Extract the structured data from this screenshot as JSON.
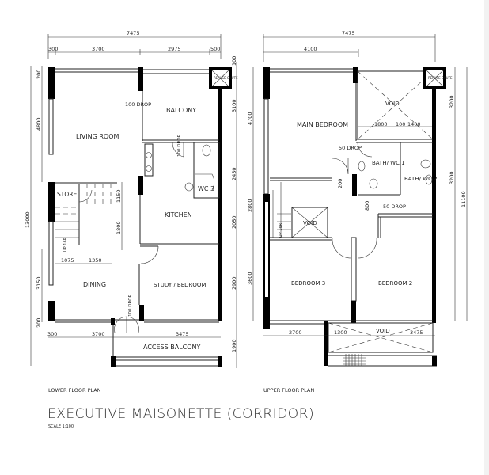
{
  "title": "EXECUTIVE MAISONETTE (CORRIDOR)",
  "scale": "SCALE  1:100",
  "lower": {
    "caption": "LOWER FLOOR PLAN",
    "rooms": {
      "living": "LIVING ROOM",
      "balcony": "BALCONY",
      "store": "STORE",
      "kitchen": "KITCHEN",
      "wc3": "WC 3",
      "dining": "DINING",
      "study": "STUDY / BEDROOM",
      "access": "ACCESS BALCONY",
      "refuse": "REFUSE CHUTE"
    },
    "notes": {
      "drop1": "100 DROP",
      "drop2": "100 DROP",
      "drop3": "100 DROP",
      "up": "UP 16R"
    },
    "dims": {
      "total": "7475",
      "d300": "300",
      "d3700": "3700",
      "d2975": "2975",
      "d500": "500",
      "d100": "100",
      "d3100": "3100",
      "d2450": "2450",
      "d2050": "2050",
      "d2900": "2900",
      "d1900": "1900",
      "d13000": "13000",
      "d200a": "200",
      "d4800": "4800",
      "d3150": "3150",
      "d200b": "200",
      "d1150": "1150",
      "d1800": "1800",
      "d1075": "1075",
      "d1350": "1350",
      "b300": "300",
      "b3700": "3700",
      "b3475": "3475"
    }
  },
  "upper": {
    "caption": "UPPER FLOOR PLAN",
    "rooms": {
      "main": "MAIN BEDROOM",
      "void1": "VOID",
      "bath1": "BATH/ WC 1",
      "bath2": "BATH/ WC 2",
      "void2": "VOID",
      "bed3": "BEDROOM 3",
      "bed2": "BEDROOM 2",
      "void3": "VOID",
      "refuse": "REFUSE CHUTE"
    },
    "notes": {
      "drop1": "50 DROP",
      "drop2": "50 DROP",
      "up": "UP 16R"
    },
    "dims": {
      "total": "7475",
      "d4100": "4100",
      "d1800": "1800",
      "d100": "100",
      "d1400": "1400",
      "d3200a": "3200",
      "d3200b": "3200",
      "d11100": "11100",
      "d4700": "4700",
      "d2800": "2800",
      "d3600": "3600",
      "d200": "200",
      "d800": "800",
      "b2700": "2700",
      "b1300": "1300",
      "b3475": "3475"
    }
  }
}
